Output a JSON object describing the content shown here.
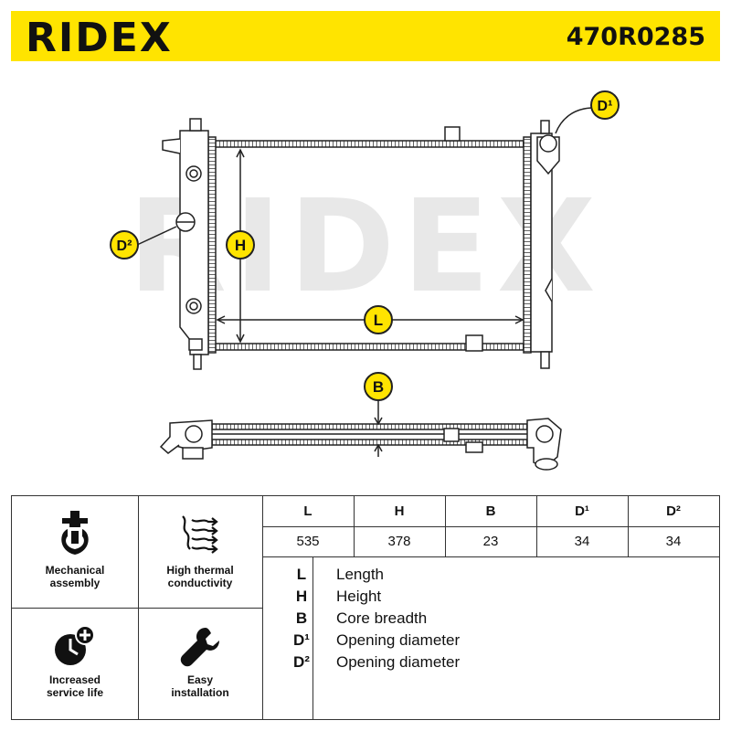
{
  "header": {
    "brand": "RIDEX",
    "part_number": "470R0285"
  },
  "diagram": {
    "watermark": "RIDEX",
    "labels": {
      "L": "L",
      "H": "H",
      "B": "B",
      "D1": "D¹",
      "D2": "D²"
    }
  },
  "features": [
    {
      "label_line1": "Mechanical",
      "label_line2": "assembly",
      "icon": "wrench-clamp-icon"
    },
    {
      "label_line1": "High thermal",
      "label_line2": "conductivity",
      "icon": "heat-waves-icon"
    },
    {
      "label_line1": "Increased",
      "label_line2": "service life",
      "icon": "clock-plus-icon"
    },
    {
      "label_line1": "Easy",
      "label_line2": "installation",
      "icon": "wrench-icon"
    }
  ],
  "specs": {
    "headers": [
      "L",
      "H",
      "B",
      "D¹",
      "D²"
    ],
    "values": [
      "535",
      "378",
      "23",
      "34",
      "34"
    ]
  },
  "legend": [
    {
      "key": "L",
      "text": "Length"
    },
    {
      "key": "H",
      "text": "Height"
    },
    {
      "key": "B",
      "text": "Core breadth"
    },
    {
      "key": "D¹",
      "text": "Opening diameter"
    },
    {
      "key": "D²",
      "text": "Opening diameter"
    }
  ]
}
